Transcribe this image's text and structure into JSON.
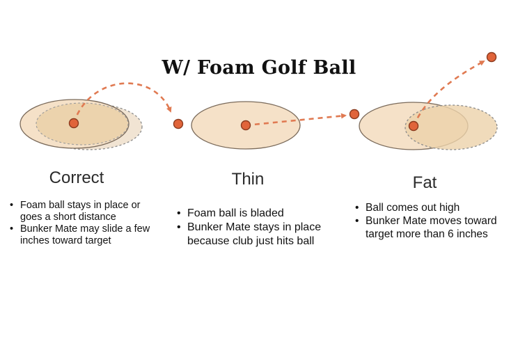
{
  "title": "W/ Foam Golf Ball",
  "colors": {
    "ball": "#e0643a",
    "ball_stroke": "#8a3a1e",
    "trajectory": "#e07a52",
    "mat_outer": "#f5e1c8",
    "mat_inner": "#ecd2aa",
    "mat_shadow": "#f1e4d3"
  },
  "panels": [
    {
      "label": "Correct",
      "bullets": [
        "Foam ball stays in place or goes a short distance",
        "Bunker Mate may slide a few inches toward target"
      ]
    },
    {
      "label": "Thin",
      "bullets": [
        "Foam ball is bladed",
        "Bunker Mate stays in place because club just hits ball"
      ]
    },
    {
      "label": "Fat",
      "bullets": [
        "Ball comes out high",
        "Bunker Mate moves toward target more than 6 inches"
      ]
    }
  ]
}
